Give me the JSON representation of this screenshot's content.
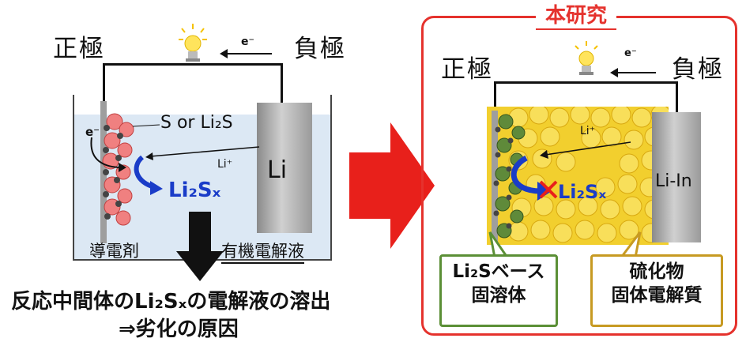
{
  "left": {
    "cathode_label": "正極",
    "anode_label": "負極",
    "electron_label": "e⁻",
    "s_label": "S or Li₂S",
    "electron_left": "e⁻",
    "li_ion": "Li⁺",
    "li2sx": "Li₂Sₓ",
    "anode_material": "Li",
    "conductive_agent": "導電剤",
    "electrolyte": "有機電解液",
    "caption_line1": "反応中間体のLi₂Sₓの電解液の溶出",
    "caption_line2": "⇒劣化の原因"
  },
  "right": {
    "title": "本研究",
    "cathode_label": "正極",
    "anode_label": "負極",
    "electron_label": "e⁻",
    "li_ion": "Li⁺",
    "li2sx": "Li₂Sₓ",
    "anode_material": "Li-In",
    "callout_left_line1": "Li₂Sベース",
    "callout_left_line2": "固溶体",
    "callout_right_line1": "硫化物",
    "callout_right_line2": "固体電解質"
  },
  "colors": {
    "accent_red": "#e8201b",
    "frame_red": "#e5322d",
    "electrolyte_blue": "#dce8f4",
    "reaction_blue": "#1a3cc8",
    "green_frame": "#5b8f36",
    "gold_frame": "#c79a22",
    "sulfide_yellow": "#f2cf2e"
  }
}
